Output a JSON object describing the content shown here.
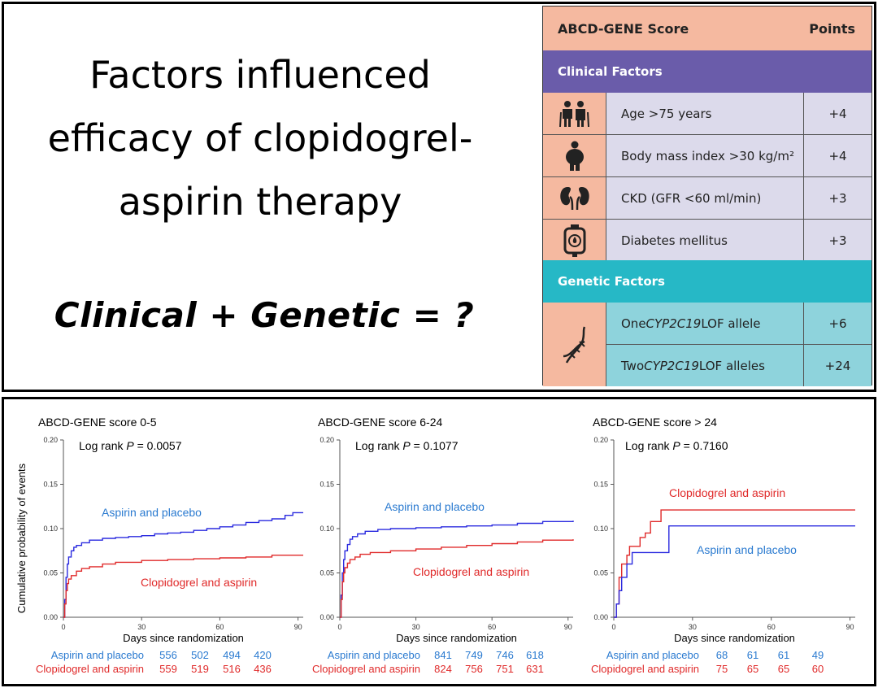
{
  "headline": {
    "line1": "Factors influenced",
    "line2": "efficacy of clopidogrel-",
    "line3": "aspirin therapy"
  },
  "tagline": "Clinical + Genetic = ?",
  "score_table": {
    "header_left": "ABCD-GENE Score",
    "header_right": "Points",
    "clinical_label": "Clinical Factors",
    "genetic_label": "Genetic Factors",
    "clinical_rows": [
      {
        "icon": "elderly-couple-icon",
        "label": "Age >75 years",
        "points": "+4"
      },
      {
        "icon": "obese-person-icon",
        "label": "Body mass index >30 kg/m²",
        "points": "+4"
      },
      {
        "icon": "kidneys-icon",
        "label": "CKD (GFR <60 ml/min)",
        "points": "+3"
      },
      {
        "icon": "glucose-meter-icon",
        "label": "Diabetes mellitus",
        "points": "+3"
      }
    ],
    "genetic_rows": [
      {
        "pre": "One ",
        "gene": "CYP2C19",
        "post": " LOF allele",
        "points": "+6"
      },
      {
        "pre": "Two ",
        "gene": "CYP2C19",
        "post": " LOF alleles",
        "points": "+24"
      }
    ],
    "genetic_icon": "dna-icon",
    "colors": {
      "salmon": "#f5b9a0",
      "purple": "#6a5caa",
      "teal": "#26b8c6"
    }
  },
  "chart_data": [
    {
      "type": "line",
      "title": "ABCD-GENE score 0-5",
      "annotation_prefix": "Log rank ",
      "annotation_p": "P",
      "annotation_value": "= 0.0057",
      "ylabel": "Cumulative probability of events",
      "xlabel": "Days since randomization",
      "xlim": [
        0,
        92
      ],
      "ylim": [
        0,
        0.2
      ],
      "xticks": [
        0,
        30,
        60,
        90
      ],
      "yticks": [
        "0.00",
        "0.05",
        "0.10",
        "0.15",
        "0.20"
      ],
      "series": [
        {
          "name": "Aspirin and placebo",
          "color": "#2a2adf",
          "x": [
            0,
            0.5,
            1,
            1.5,
            2,
            3,
            4,
            5,
            7,
            10,
            15,
            20,
            25,
            30,
            35,
            40,
            45,
            50,
            55,
            60,
            65,
            70,
            75,
            80,
            85,
            88,
            92
          ],
          "y": [
            0,
            0.02,
            0.045,
            0.06,
            0.068,
            0.075,
            0.079,
            0.081,
            0.084,
            0.087,
            0.089,
            0.09,
            0.091,
            0.092,
            0.094,
            0.095,
            0.096,
            0.098,
            0.1,
            0.102,
            0.104,
            0.107,
            0.109,
            0.111,
            0.115,
            0.118,
            0.118
          ]
        },
        {
          "name": "Clopidogrel and aspirin",
          "color": "#e02a2a",
          "x": [
            0,
            0.5,
            1,
            1.5,
            2,
            3,
            5,
            7,
            10,
            15,
            20,
            30,
            40,
            50,
            60,
            70,
            80,
            92
          ],
          "y": [
            0,
            0.015,
            0.03,
            0.038,
            0.043,
            0.047,
            0.052,
            0.055,
            0.057,
            0.06,
            0.062,
            0.064,
            0.065,
            0.066,
            0.067,
            0.068,
            0.07,
            0.07
          ]
        }
      ],
      "risk_table": {
        "rows": [
          {
            "name": "Aspirin and placebo",
            "color": "#2a7ad0",
            "values": [
              "556",
              "502",
              "494",
              "420"
            ]
          },
          {
            "name": "Clopidogrel and aspirin",
            "color": "#e02a2a",
            "values": [
              "559",
              "519",
              "516",
              "436"
            ]
          }
        ]
      }
    },
    {
      "type": "line",
      "title": "ABCD-GENE score 6-24",
      "annotation_prefix": "Log rank ",
      "annotation_p": "P",
      "annotation_value": "= 0.1077",
      "ylabel": "",
      "xlabel": "Days since randomization",
      "xlim": [
        0,
        92
      ],
      "ylim": [
        0,
        0.2
      ],
      "xticks": [
        0,
        30,
        60,
        90
      ],
      "yticks": [
        "0.00",
        "0.05",
        "0.10",
        "0.15",
        "0.20"
      ],
      "series": [
        {
          "name": "Aspirin and placebo",
          "color": "#2a2adf",
          "x": [
            0,
            0.5,
            1,
            1.5,
            2,
            3,
            4,
            5,
            7,
            10,
            15,
            20,
            30,
            40,
            50,
            60,
            70,
            80,
            92
          ],
          "y": [
            0,
            0.025,
            0.05,
            0.065,
            0.075,
            0.082,
            0.088,
            0.091,
            0.094,
            0.097,
            0.099,
            0.1,
            0.101,
            0.102,
            0.103,
            0.104,
            0.106,
            0.108,
            0.109
          ]
        },
        {
          "name": "Clopidogrel and aspirin",
          "color": "#e02a2a",
          "x": [
            0,
            0.5,
            1,
            1.5,
            2,
            3,
            4,
            6,
            8,
            12,
            20,
            30,
            40,
            50,
            60,
            70,
            80,
            92
          ],
          "y": [
            0,
            0.02,
            0.04,
            0.05,
            0.056,
            0.061,
            0.065,
            0.068,
            0.071,
            0.073,
            0.075,
            0.077,
            0.079,
            0.081,
            0.083,
            0.085,
            0.087,
            0.088
          ]
        }
      ],
      "risk_table": {
        "rows": [
          {
            "name": "Aspirin and placebo",
            "color": "#2a7ad0",
            "values": [
              "841",
              "749",
              "746",
              "618"
            ]
          },
          {
            "name": "Clopidogrel and aspirin",
            "color": "#e02a2a",
            "values": [
              "824",
              "756",
              "751",
              "631"
            ]
          }
        ]
      }
    },
    {
      "type": "line",
      "title": "ABCD-GENE score > 24",
      "annotation_prefix": "Log rank ",
      "annotation_p": "P",
      "annotation_value": "= 0.7160",
      "ylabel": "",
      "xlabel": "Days since randomization",
      "xlim": [
        0,
        92
      ],
      "ylim": [
        0,
        0.2
      ],
      "xticks": [
        0,
        30,
        60,
        90
      ],
      "yticks": [
        "0.00",
        "0.05",
        "0.10",
        "0.15",
        "0.20"
      ],
      "series": [
        {
          "name": "Clopidogrel and aspirin",
          "color": "#e02a2a",
          "x": [
            0,
            1,
            2,
            3,
            5,
            6,
            8,
            10,
            12,
            14,
            16,
            18,
            92
          ],
          "y": [
            0,
            0.015,
            0.045,
            0.06,
            0.07,
            0.08,
            0.08,
            0.09,
            0.095,
            0.108,
            0.108,
            0.121,
            0.121
          ]
        },
        {
          "name": "Aspirin and placebo",
          "color": "#2a2adf",
          "x": [
            0,
            1,
            2,
            3,
            5,
            7,
            10,
            15,
            21,
            92
          ],
          "y": [
            0,
            0.015,
            0.03,
            0.045,
            0.06,
            0.073,
            0.073,
            0.073,
            0.103,
            0.103
          ]
        }
      ],
      "risk_table": {
        "rows": [
          {
            "name": "Aspirin and placebo",
            "color": "#2a7ad0",
            "values": [
              "68",
              "61",
              "61",
              "49"
            ]
          },
          {
            "name": "Clopidogrel and aspirin",
            "color": "#e02a2a",
            "values": [
              "75",
              "65",
              "65",
              "60"
            ]
          }
        ]
      }
    }
  ]
}
